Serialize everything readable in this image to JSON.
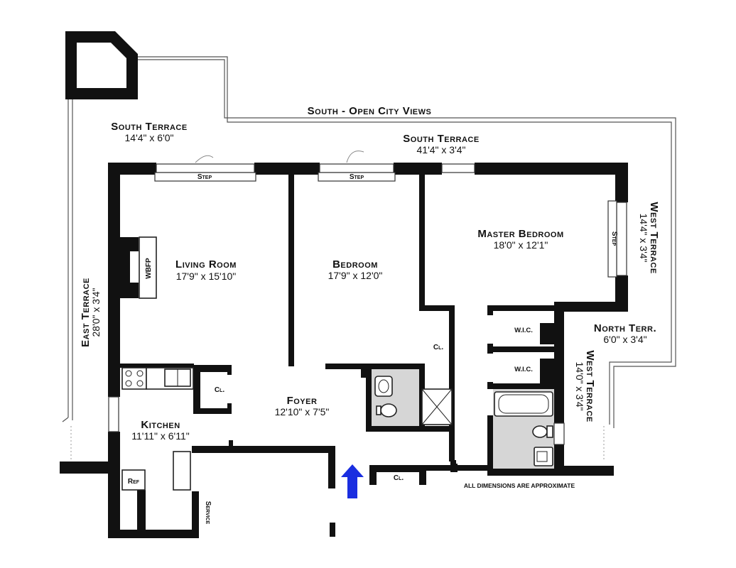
{
  "plan": {
    "views_label": "South - Open City Views",
    "south_terrace_left": {
      "name": "South Terrace",
      "dims": "14'4\" x 6'0\""
    },
    "south_terrace_right": {
      "name": "South Terrace",
      "dims": "41'4\" x 3'4\""
    },
    "east_terrace": {
      "name": "East Terrace",
      "dims": "28'0\" x 3'4\""
    },
    "west_terrace_upper": {
      "name": "West Terrace",
      "dims": "14'4\" x 3'4\""
    },
    "west_terrace_lower": {
      "name": "West Terrace",
      "dims": "14'0\" x 3'4\""
    },
    "north_terrace": {
      "name": "North Terr.",
      "dims": "6'0\" x 3'4\""
    },
    "living_room": {
      "name": "Living Room",
      "dims": "17'9\" x 15'10\""
    },
    "bedroom": {
      "name": "Bedroom",
      "dims": "17'9\" x 12'0\""
    },
    "master_bedroom": {
      "name": "Master Bedroom",
      "dims": "18'0\" x 12'1\""
    },
    "foyer": {
      "name": "Foyer",
      "dims": "12'10\" x 7'5\""
    },
    "kitchen": {
      "name": "Kitchen",
      "dims": "11'11\" x 6'11\""
    },
    "wbfp": "WBFP",
    "step": "Step",
    "closet": "Cl.",
    "wic": "W.I.C.",
    "ref": "Ref",
    "service": "Service",
    "disclaimer": "ALL DIMENSIONS ARE APPROXIMATE",
    "colors": {
      "wall": "#111111",
      "wet_area": "#d6d6d6",
      "entry_arrow": "#1a2ee0"
    }
  }
}
